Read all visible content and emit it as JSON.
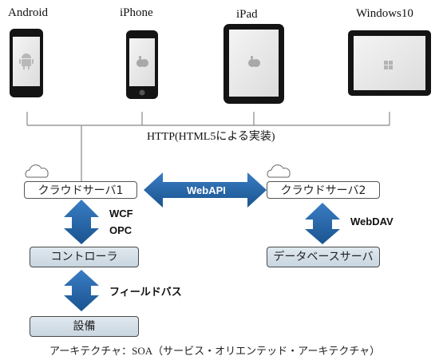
{
  "devices": [
    {
      "label": "Android",
      "icon": "android-icon"
    },
    {
      "label": "iPhone",
      "icon": "apple-icon"
    },
    {
      "label": "iPad",
      "icon": "apple-icon"
    },
    {
      "label": "Windows10",
      "icon": "windows-icon"
    }
  ],
  "http_label": "HTTP(HTML5による実装)",
  "cloud_server_1": "クラウドサーバ1",
  "cloud_server_2": "クラウドサーバ2",
  "webapi_label": "WebAPI",
  "wcf_label": "WCF",
  "opc_label": "OPC",
  "webdav_label": "WebDAV",
  "controller_label": "コントローラ",
  "database_server_label": "データベースサーバ",
  "fieldbus_label": "フィールドバス",
  "equipment_label": "設備",
  "caption": "アーキテクチャ：SOA（サービス・オリエンテッド・アーキテクチャ）",
  "colors": {
    "arrow": "#1f5fa8",
    "box_fill": "#d3dee7",
    "line": "#888888"
  }
}
